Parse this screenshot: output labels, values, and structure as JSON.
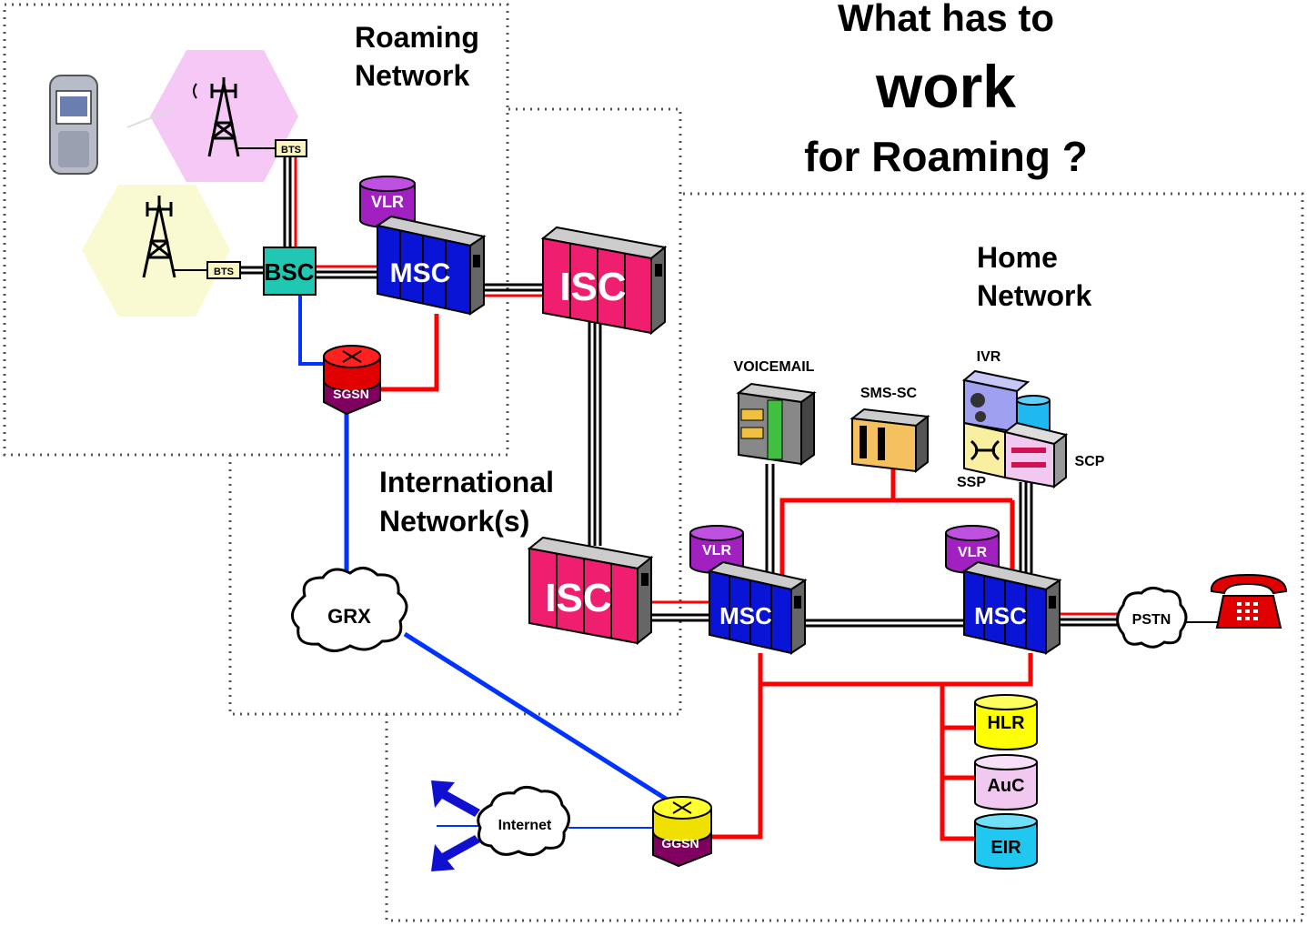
{
  "title": {
    "line1": "What has to",
    "line2": "work",
    "line3": "for Roaming ?"
  },
  "regions": {
    "roaming": {
      "line1": "Roaming",
      "line2": "Network"
    },
    "international": {
      "line1": "International",
      "line2": "Network(s)"
    },
    "home": {
      "line1": "Home",
      "line2": "Network"
    }
  },
  "nodes": {
    "bts_top": "BTS",
    "bts_bottom": "BTS",
    "bsc": "BSC",
    "vlr_roaming": "VLR",
    "msc_roaming": "MSC",
    "sgsn": "SGSN",
    "isc_top": "ISC",
    "isc_bottom": "ISC",
    "grx": "GRX",
    "internet": "Internet",
    "ggsn": "GGSN",
    "vlr_home_left": "VLR",
    "msc_home_left": "MSC",
    "vlr_home_right": "VLR",
    "msc_home_right": "MSC",
    "voicemail": "VOICEMAIL",
    "sms_sc": "SMS-SC",
    "ivr": "IVR",
    "ssp": "SSP",
    "scp": "SCP",
    "pstn": "PSTN",
    "hlr": "HLR",
    "auc": "AuC",
    "eir": "EIR"
  },
  "colors": {
    "red_link": "#ff0000",
    "blue_link": "#0033ff",
    "msc": "#0a14d6",
    "isc": "#f01e6e",
    "vlr": "#a020c0",
    "bsc": "#20c8b4",
    "hlr": "#ffff00",
    "auc": "#f0c8f0",
    "eir": "#20c8f0",
    "cell_pink": "#f5c8f5",
    "cell_yellow": "#fafad2"
  },
  "icons": [
    "mobile-phone-icon",
    "antenna-tower-icon",
    "router-icon",
    "telephone-icon",
    "arrow-icon"
  ]
}
